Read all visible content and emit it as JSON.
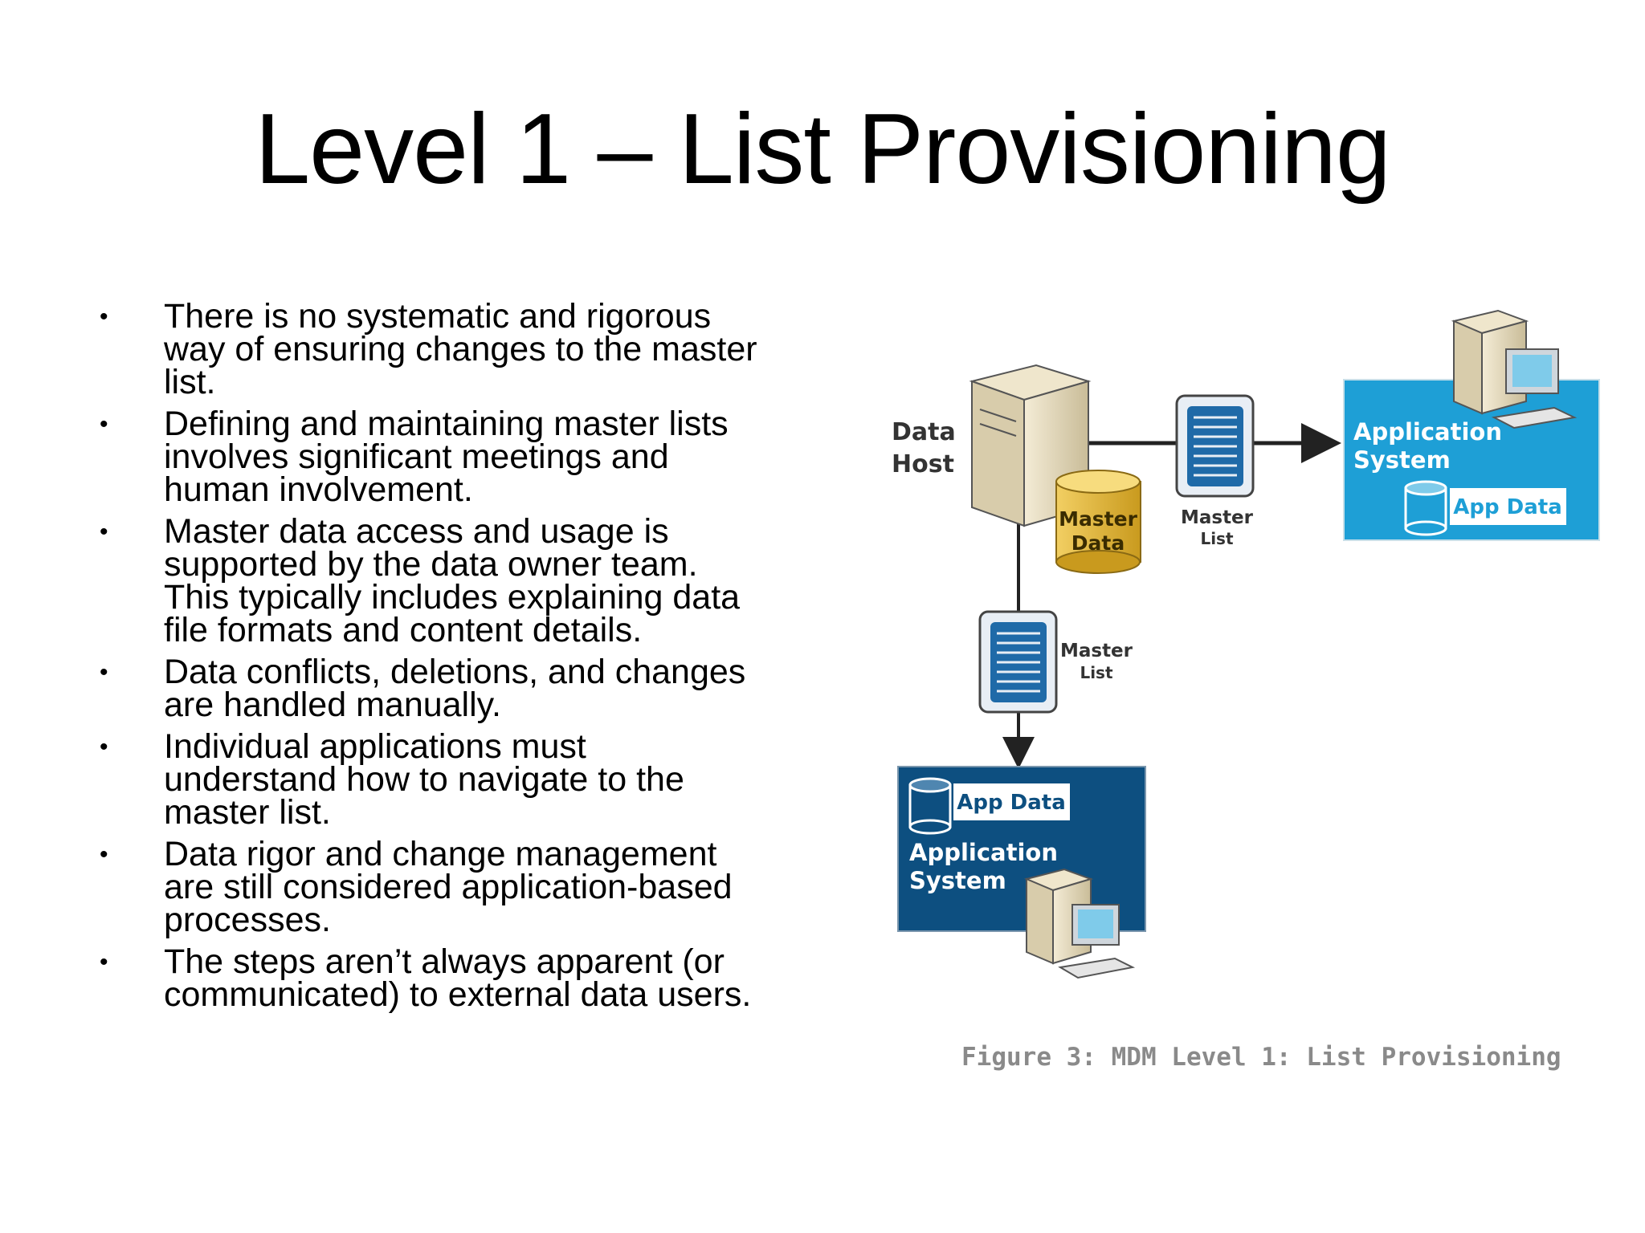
{
  "title": "Level 1 – List Provisioning",
  "bullets": [
    "There is no systematic and rigorous way of ensuring changes to the master list.",
    "Defining and maintaining master lists involves significant meetings and human involvement.",
    "Master data access and usage is supported by the data owner team. This typically includes explaining data file formats and content details.",
    "Data conflicts, deletions, and changes are handled manually.",
    "Individual applications must understand how to navigate to the master list.",
    "Data rigor and change management are still considered application-based processes.",
    "The steps aren’t always apparent (or communicated) to external data users."
  ],
  "bullet_lines": [
    [
      "There is no systematic and rigorous",
      "way of ensuring changes to the master",
      "list."
    ],
    [
      "Defining and maintaining master lists",
      "involves significant meetings and",
      "human involvement."
    ],
    [
      "Master data access and usage is",
      "supported by the data owner team.",
      "This typically includes explaining data",
      "file formats and content details."
    ],
    [
      "Data conflicts, deletions, and changes",
      "are handled manually."
    ],
    [
      "Individual applications must",
      "understand how to navigate to the",
      "master list."
    ],
    [
      "Data rigor and change management",
      "are still considered application-based",
      "processes."
    ],
    [
      "The steps aren’t always apparent (or",
      "communicated) to external data users."
    ]
  ],
  "diagram": {
    "data_host": [
      "Data",
      "Host"
    ],
    "master_data": [
      "Master",
      "Data"
    ],
    "master_list": [
      "Master",
      "List"
    ],
    "app_system": [
      "Application",
      "System"
    ],
    "app_data": "App Data",
    "caption": "Figure 3: MDM Level 1: List Provisioning"
  },
  "colors": {
    "light_blue_box": "#1e9fd6",
    "dark_blue_box": "#0d4f80",
    "document_blue": "#1f6aa8",
    "database_gold": "#e5b73b",
    "caption_gray": "#8a8a8a"
  }
}
